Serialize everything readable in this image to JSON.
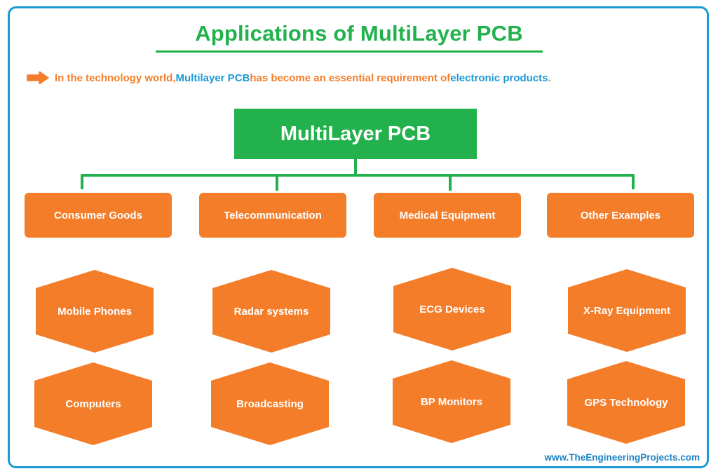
{
  "title": "Applications of MultiLayer PCB",
  "intro": {
    "icon": "arrow-right-icon",
    "part1": "In the technology world, ",
    "highlight1": "Multilayer PCB",
    "part2": " has become an essential requirement of ",
    "highlight2": "electronic products",
    "part3": "."
  },
  "root": {
    "label": "MultiLayer PCB"
  },
  "categories": [
    {
      "label": "Consumer Goods",
      "examples": [
        "Mobile Phones",
        "Computers"
      ]
    },
    {
      "label": "Telecommunication",
      "examples": [
        "Radar systems",
        "Broadcasting"
      ]
    },
    {
      "label": "Medical Equipment",
      "examples": [
        "ECG Devices",
        "BP Monitors"
      ]
    },
    {
      "label": "Other Examples",
      "examples": [
        "X-Ray Equipment",
        "GPS Technology"
      ]
    }
  ],
  "footer": "www.TheEngineeringProjects.com",
  "colors": {
    "green": "#22b14c",
    "orange": "#f47d2a",
    "blue": "#1b9ad6"
  }
}
